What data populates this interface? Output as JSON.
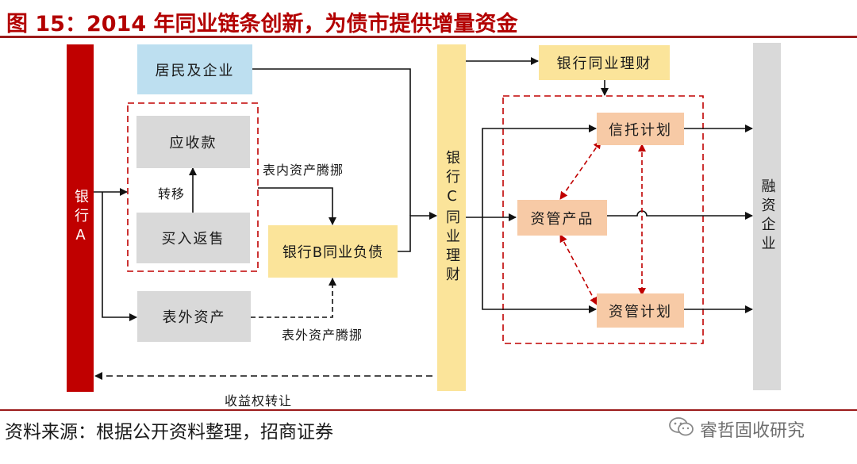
{
  "title": "图 15：2014 年同业链条创新，为债市提供增量资金",
  "nodes": {
    "bank_a": "银行A",
    "residents": "居民及企业",
    "receivables": "应收款",
    "reverse_repo": "买入返售",
    "off_balance": "表外资产",
    "bank_b": "银行B同业负债",
    "bank_c": "银行C同业理财",
    "interbank_wm": "银行同业理财",
    "trust": "信托计划",
    "am_product": "资管产品",
    "am_plan": "资管计划",
    "enterprise": "融资企业"
  },
  "labels": {
    "transfer": "转移",
    "on_balance_shift": "表内资产腾挪",
    "off_balance_shift": "表外资产腾挪",
    "income_transfer": "收益权转让"
  },
  "footer": {
    "source": "资料来源：根据公开资料整理，招商证券",
    "watermark": "睿哲固收研究"
  },
  "colors": {
    "title_red": "#b30000",
    "rule_red": "#9b1b1b",
    "bank_a_red": "#c00000",
    "dashed_red": "#c00000",
    "yellow": "#fbe49a",
    "orange": "#f7caa6",
    "blue": "#bddff0",
    "gray": "#d9d9d9"
  }
}
